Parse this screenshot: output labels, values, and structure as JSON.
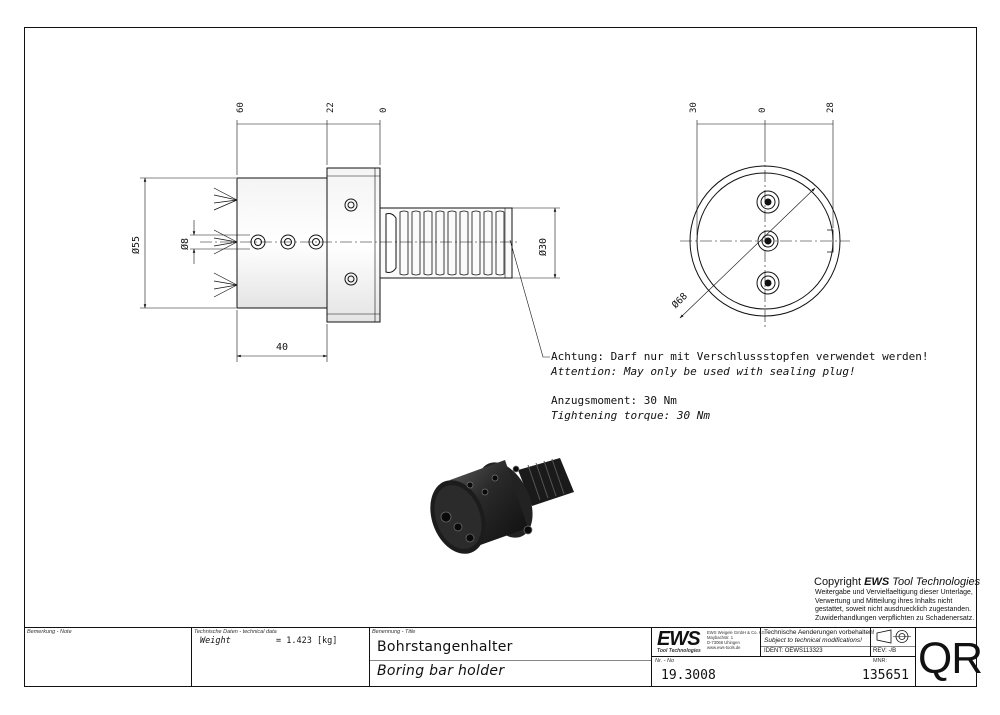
{
  "drawing": {
    "left_view": {
      "dims_top": [
        "60",
        "22",
        "0"
      ],
      "dia_55": "Ø55",
      "dia_8": "Ø8",
      "dia_30": "Ø30",
      "dim_40": "40"
    },
    "right_view": {
      "dims_top": [
        "30",
        "0",
        "28"
      ],
      "dia_68": "Ø68"
    }
  },
  "notes": {
    "warning_de": "Achtung: Darf nur mit Verschlussstopfen verwendet werden!",
    "warning_en": "Attention: May only be used with sealing plug!",
    "torque_de": "Anzugsmoment: 30 Nm",
    "torque_en": "Tightening torque: 30 Nm"
  },
  "copyright": {
    "title_prefix": "Copyright ",
    "title_brand": "EWS",
    "title_suffix": " Tool Technologies",
    "lines": [
      "Weitergabe und Vervielfaeltigung dieser Unterlage,",
      "Verwertung und Mitteilung ihres Inhalts nicht",
      "gestattet, soweit nicht ausdruecklich zugestanden.",
      "Zuwiderhandlungen verpflichten zu Schadenersatz."
    ]
  },
  "title_block": {
    "remark_label": "Bemerkung - Note",
    "tech_label": "Technische Daten - technical data",
    "weight_label": "Weight",
    "weight_value": "= 1.423 [kg]",
    "designation_label": "Benennung - Title",
    "title_de": "Bohrstangenhalter",
    "title_en": "Boring bar holder",
    "logo": "EWS",
    "logo_sub": "Tool Technologies",
    "company_lines": [
      "EWS Weigele GmbH & Co. KG",
      "Maybachstr. 1",
      "D-73066 Uhingen",
      "www.ews-tools.de"
    ],
    "modification_de": "Technische Aenderungen vorbehalten!",
    "modification_en": "Subject to technical modifications!",
    "ident_label": "IDENT:",
    "ident_value": "OEWS113323",
    "rev_label": "REV:",
    "rev_value": "-/B",
    "nr_label": "Nr. - No",
    "nr_value": "19.3008",
    "mnr_label": "MNR:",
    "mnr_value": "135651",
    "qr": "QR"
  }
}
